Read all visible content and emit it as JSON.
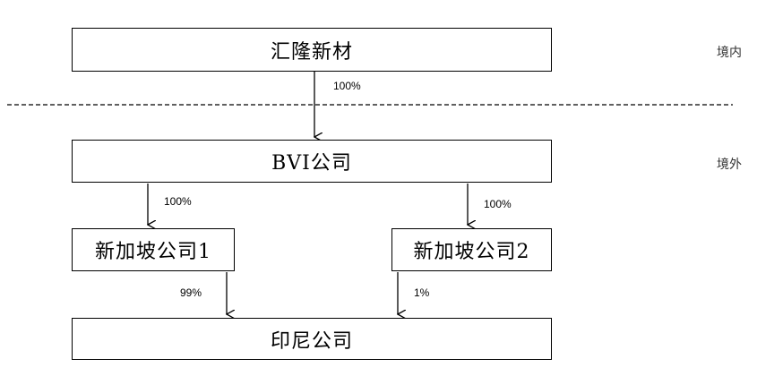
{
  "nodes": {
    "top": "汇隆新材",
    "bvi": "BVI公司",
    "sg1": "新加坡公司1",
    "sg2": "新加坡公司2",
    "indo": "印尼公司"
  },
  "regions": {
    "domestic": "境内",
    "overseas": "境外"
  },
  "edges": {
    "top_to_bvi": "100%",
    "bvi_to_sg1": "100%",
    "bvi_to_sg2": "100%",
    "sg1_to_indo": "99%",
    "sg2_to_indo": "1%"
  }
}
